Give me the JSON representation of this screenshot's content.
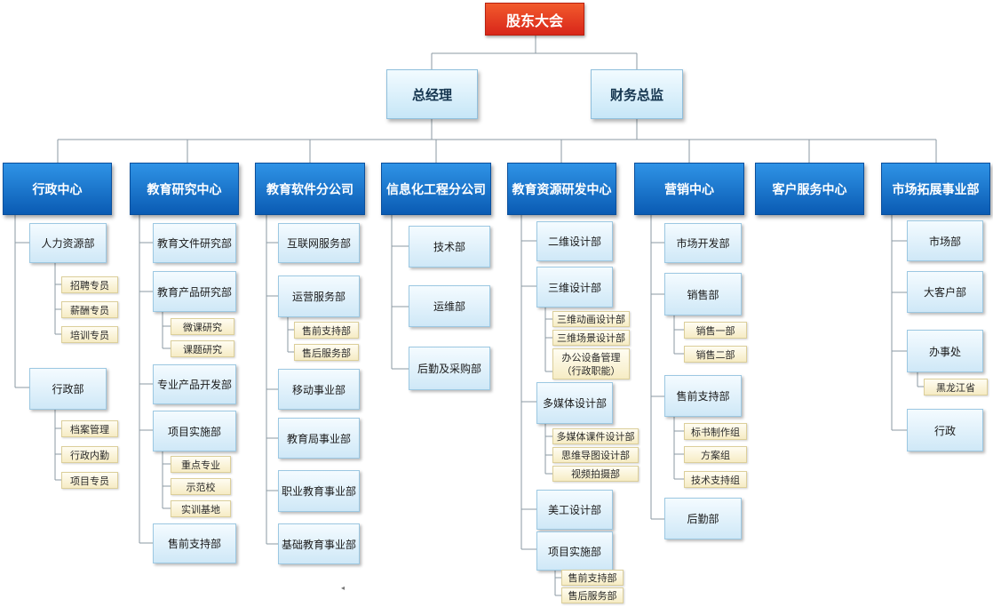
{
  "root": "股东大会",
  "exec": {
    "gm": "总经理",
    "cfo": "财务总监"
  },
  "depts": [
    {
      "name": "行政中心"
    },
    {
      "name": "教育研究中心"
    },
    {
      "name": "教育软件分公司"
    },
    {
      "name": "信息化工程分公司"
    },
    {
      "name": "教育资源研发中心"
    },
    {
      "name": "营销中心"
    },
    {
      "name": "客户服务中心"
    },
    {
      "name": "市场拓展事业部"
    }
  ],
  "admin": {
    "hr": "人力资源部",
    "hr_items": [
      "招聘专员",
      "薪酬专员",
      "培训专员"
    ],
    "office": "行政部",
    "office_items": [
      "档案管理",
      "行政内勤",
      "项目专员"
    ]
  },
  "research": {
    "doc_research": "教育文件研究部",
    "product_research": "教育产品研究部",
    "product_items": [
      "微课研究",
      "课题研究"
    ],
    "pro_dev": "专业产品开发部",
    "project_impl": "项目实施部",
    "project_items": [
      "重点专业",
      "示范校",
      "实训基地"
    ],
    "presales": "售前支持部"
  },
  "software": {
    "internet": "互联网服务部",
    "operations": "运营服务部",
    "ops_items": [
      "售前支持部",
      "售后服务部"
    ],
    "mobile": "移动事业部",
    "bureau": "教育局事业部",
    "vocational": "职业教育事业部",
    "basic": "基础教育事业部"
  },
  "it": {
    "tech": "技术部",
    "ops": "运维部",
    "logistics": "后勤及采购部"
  },
  "resource": {
    "d2": "二维设计部",
    "d3": "三维设计部",
    "d3_items": [
      "三维动画设计部",
      "三维场景设计部"
    ],
    "equip_line1": "办公设备管理",
    "equip_line2": "（行政职能）",
    "media": "多媒体设计部",
    "media_items": [
      "多媒体课件设计部",
      "思维导图设计部",
      "视频拍摄部"
    ],
    "art": "美工设计部",
    "impl": "项目实施部",
    "impl_items": [
      "售前支持部",
      "售后服务部"
    ]
  },
  "marketing": {
    "market_dev": "市场开发部",
    "sales": "销售部",
    "sales_items": [
      "销售一部",
      "销售二部"
    ],
    "presales": "售前支持部",
    "presales_items": [
      "标书制作组",
      "方案组",
      "技术支持组"
    ],
    "logistics": "后勤部"
  },
  "expansion": {
    "market": "市场部",
    "key_accounts": "大客户部",
    "office": "办事处",
    "office_items": [
      "黑龙江省"
    ],
    "admin": "行政"
  }
}
